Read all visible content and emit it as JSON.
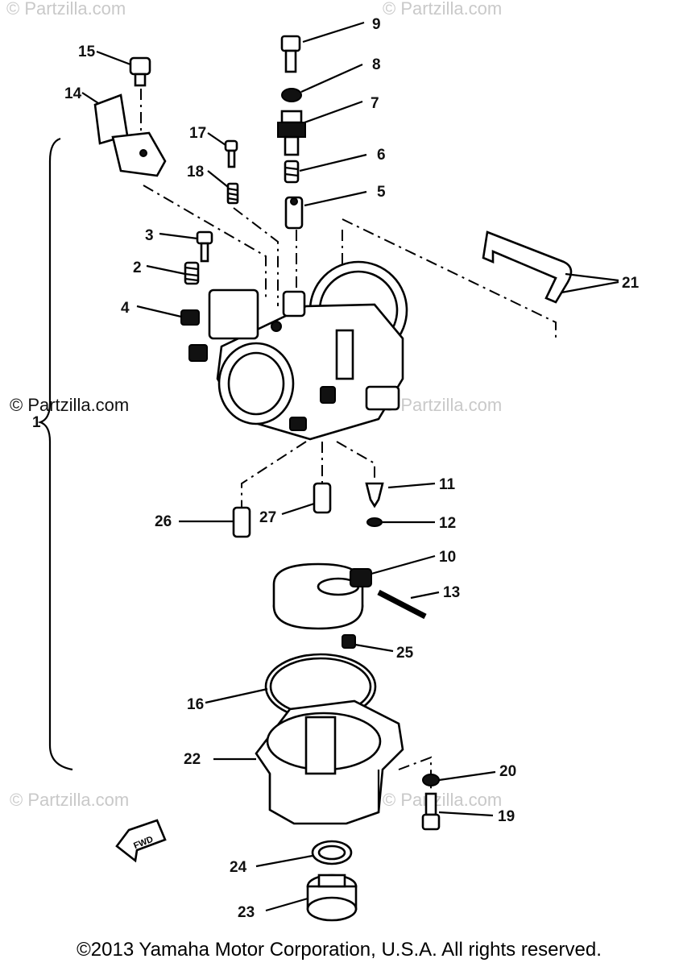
{
  "watermarks": {
    "top_left": "© Partzilla.com",
    "top_right": "© Partzilla.com",
    "middle_left": "© Partzilla.com",
    "middle_right": "© Partzilla.com",
    "bottom_left": "© Partzilla.com",
    "bottom_right": "© Partzilla.com"
  },
  "callouts": [
    "1",
    "2",
    "3",
    "4",
    "5",
    "6",
    "7",
    "8",
    "9",
    "10",
    "11",
    "12",
    "13",
    "14",
    "15",
    "16",
    "17",
    "18",
    "19",
    "20",
    "21",
    "22",
    "23",
    "24",
    "25",
    "26",
    "27"
  ],
  "fwd_label": "FWD",
  "copyright": "©2013 Yamaha Motor Corporation, U.S.A. All rights reserved."
}
